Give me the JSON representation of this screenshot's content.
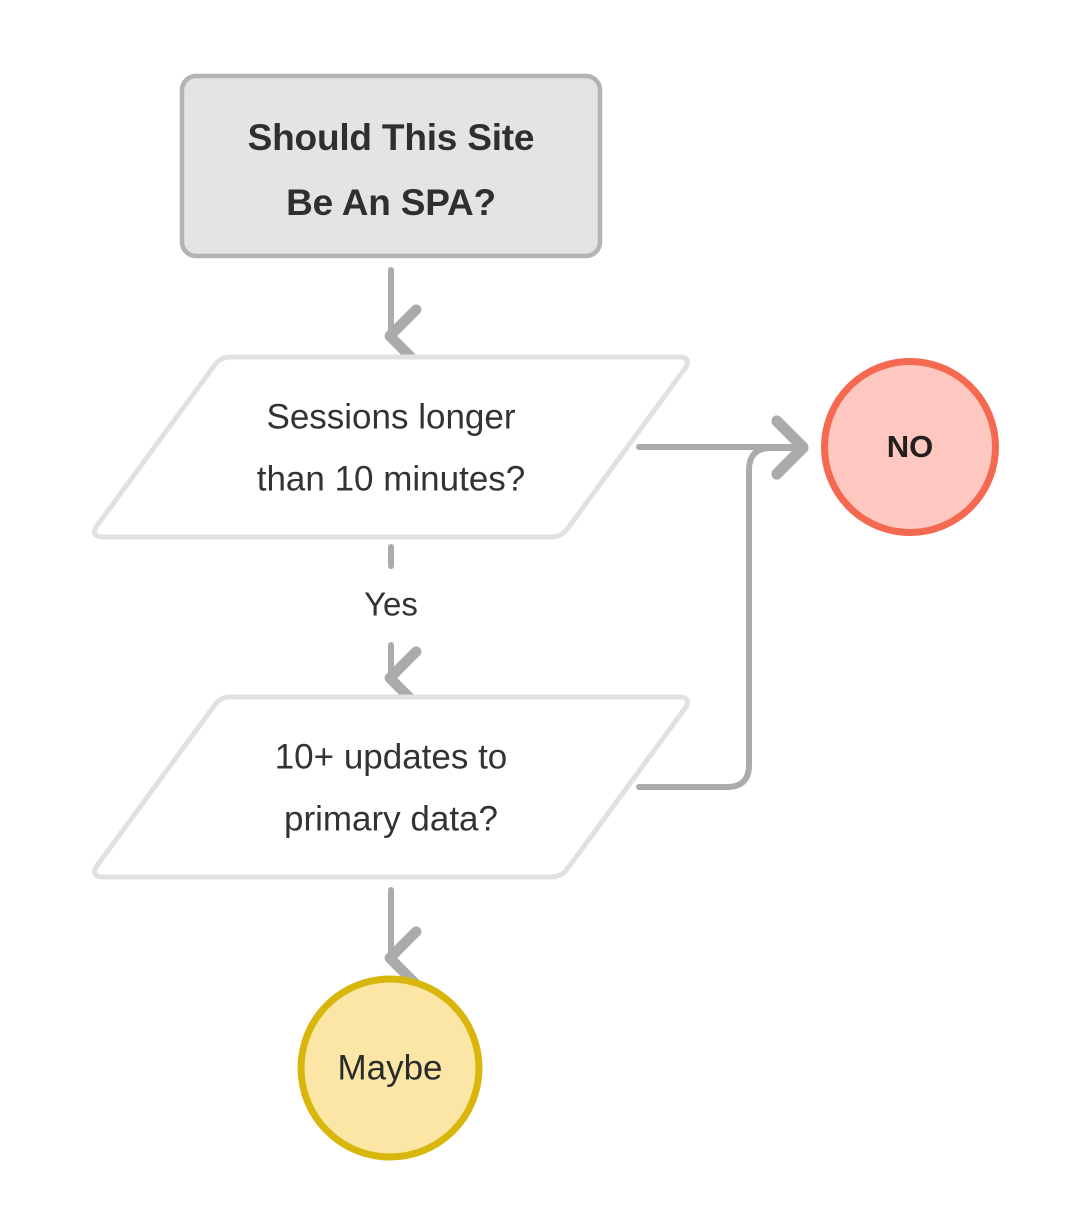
{
  "diagram": {
    "type": "flowchart",
    "title_node": {
      "id": "start",
      "shape": "rounded-rectangle",
      "line1": "Should This Site",
      "line2": "Be An SPA?",
      "fill": "#E4E4E4",
      "stroke": "#B3B3B3"
    },
    "decisions": [
      {
        "id": "decision-sessions",
        "shape": "parallelogram",
        "line1": "Sessions longer",
        "line2": "than 10 minutes?",
        "fill": "#FFFFFF",
        "stroke": "#E1E1E1"
      },
      {
        "id": "decision-updates",
        "shape": "parallelogram",
        "line1": "10+ updates to",
        "line2": "primary data?",
        "fill": "#FFFFFF",
        "stroke": "#E1E1E1"
      }
    ],
    "terminals": [
      {
        "id": "terminal-no",
        "shape": "circle",
        "label": "NO",
        "fill": "#FEC8C0",
        "stroke": "#F4694F"
      },
      {
        "id": "terminal-maybe",
        "shape": "circle",
        "label": "Maybe",
        "fill": "#FBE6A5",
        "stroke": "#D8B60B"
      }
    ],
    "edges": [
      {
        "id": "edge-start-to-sessions",
        "label": "",
        "from": "start",
        "to": "decision-sessions"
      },
      {
        "id": "edge-sessions-yes",
        "label": "Yes",
        "from": "decision-sessions",
        "to": "decision-updates"
      },
      {
        "id": "edge-sessions-no",
        "label": "",
        "from": "decision-sessions",
        "to": "terminal-no"
      },
      {
        "id": "edge-updates-no",
        "label": "",
        "from": "decision-updates",
        "to": "terminal-no"
      },
      {
        "id": "edge-updates-to-maybe",
        "label": "",
        "from": "decision-updates",
        "to": "terminal-maybe"
      }
    ],
    "colors": {
      "connector": "#ABABAB",
      "connector_light": "#E1E1E1",
      "background": "#FFFFFF",
      "text": "#333333"
    }
  }
}
